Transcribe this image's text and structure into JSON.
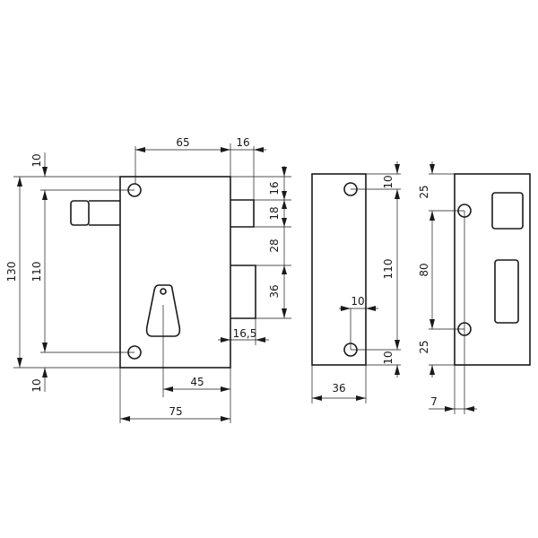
{
  "drawing": {
    "lock_view": {
      "height_total": "130",
      "hole_spacing": "110",
      "top_margin": "10",
      "bottom_margin": "10",
      "hole_to_edge": "65",
      "bolt_projection": "16",
      "top_to_bolt": "16",
      "bolt_height": "18",
      "bolt_gap": "28",
      "latch_height": "36",
      "latch_projection": "16,5",
      "key_to_edge": "45",
      "width": "75"
    },
    "side_plate": {
      "top_margin": "10",
      "hole_spacing": "110",
      "bottom_margin": "10",
      "hole_offset": "10",
      "width": "36"
    },
    "strike_plate": {
      "top_margin": "25",
      "hole_spacing": "80",
      "bottom_margin": "25",
      "hole_offset": "7"
    }
  }
}
